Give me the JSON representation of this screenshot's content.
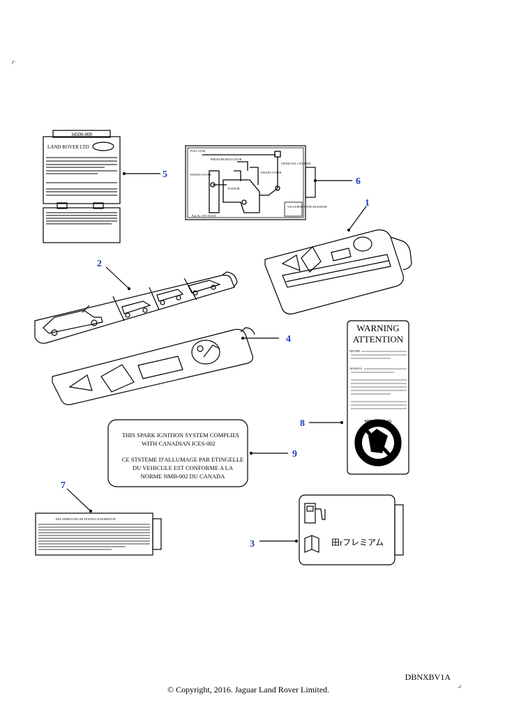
{
  "callouts": [
    "1",
    "2",
    "3",
    "4",
    "5",
    "6",
    "7",
    "8",
    "9"
  ],
  "label5": {
    "part_number": "34500-000",
    "maker": "LAND ROVER LTD"
  },
  "label6": {
    "fuel_tank": "FUEL TANK",
    "pressure_regulator": "PRESSURE REGULATOR",
    "charcoal_canister": "CHARCOAL CANISTER",
    "engine_cover": "ENGINE COVER",
    "plenum": "PLENUM",
    "engine_cover_right": "ENGINE COVER",
    "vacuum_routing_diagram": "VACUUM ROUTING DIAGRAM",
    "part_no": "Part No. AVY/XXXX"
  },
  "label8": {
    "warning": "WARNING",
    "attention": "ATTENTION",
    "never": "NEVER",
    "always": "ALWAYS",
    "side_airbag": "SIDE AIRBAG"
  },
  "label9": {
    "line1": "THIS SPARK IGNITION SYSTEM COMPLIES",
    "line2": "WITH CANADIAN ICES-002",
    "line3": "CE STSTEME D'ALLUMAGE PAR ETINGELLE",
    "line4": "DU VEHICULE EST CONFORME A LA",
    "line5": "NORME NMB-002 DU CANADA"
  },
  "label7": {
    "title": "EPA APPROVED IM TESTING EXEMPTION"
  },
  "label3": {
    "code": "田rフレミアム"
  },
  "diagram_code": "DBNXBV1A",
  "copyright": "© Copyright, 2016. Jaguar Land Rover Limited.",
  "colors": {
    "line": "#000000",
    "callout": "#1f3fbf"
  }
}
